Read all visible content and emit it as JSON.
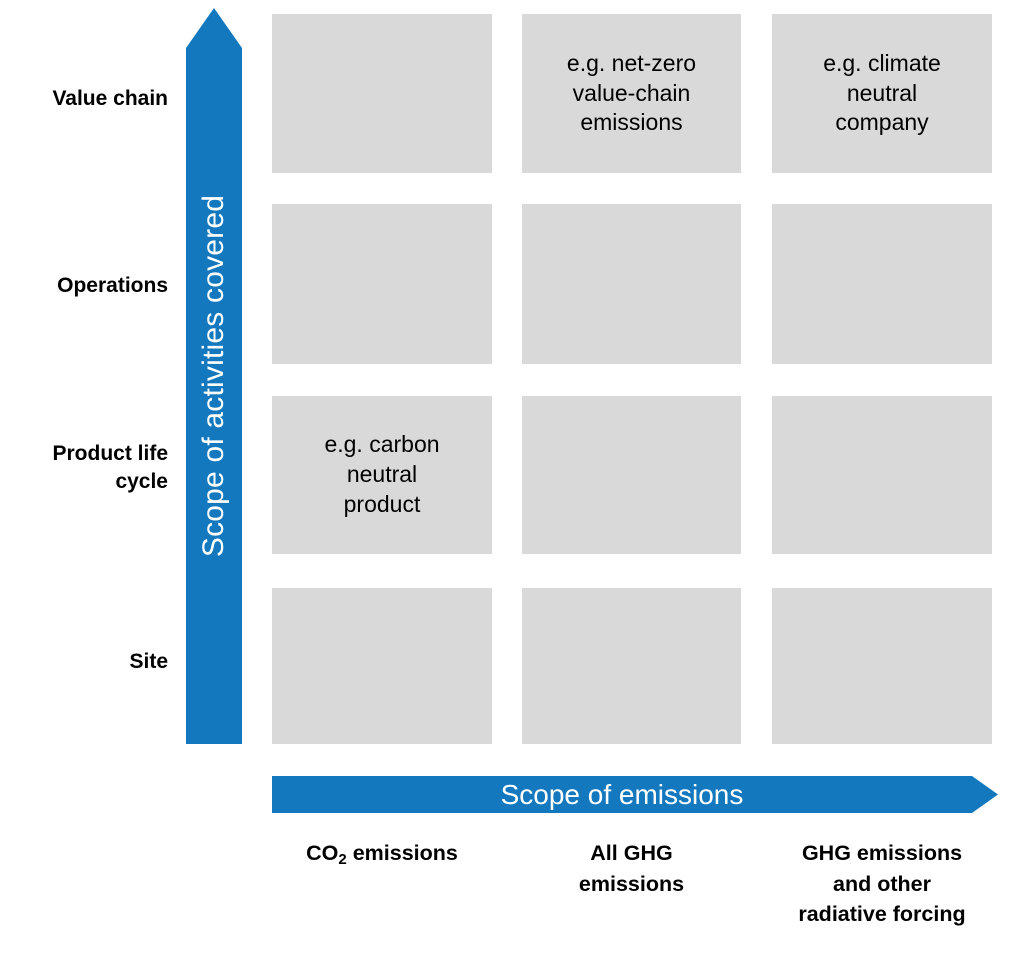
{
  "diagram": {
    "title": "Scope of emissions vs scope of activities covered matrix",
    "accent_color": "#1378bd",
    "cell_color": "#d9d9d9",
    "text_color": "#000000"
  },
  "y_axis": {
    "arrow_label": "Scope of activities covered",
    "direction": "up",
    "row_labels": [
      "Value chain",
      "Operations",
      "Product life\ncycle",
      "Site"
    ]
  },
  "x_axis": {
    "arrow_label": "Scope of emissions",
    "direction": "right",
    "column_labels": [
      "CO2 emissions",
      "All GHG\nemissions",
      "GHG emissions\nand other\nradiative forcing"
    ]
  },
  "matrix": {
    "rows": [
      {
        "row_label": "Value chain",
        "cells": [
          {
            "text": ""
          },
          {
            "text": "e.g. net-zero\nvalue-chain\nemissions"
          },
          {
            "text": "e.g. climate\nneutral\ncompany"
          }
        ]
      },
      {
        "row_label": "Operations",
        "cells": [
          {
            "text": ""
          },
          {
            "text": ""
          },
          {
            "text": ""
          }
        ]
      },
      {
        "row_label": "Product life cycle",
        "cells": [
          {
            "text": "e.g. carbon\nneutral\nproduct"
          },
          {
            "text": ""
          },
          {
            "text": ""
          }
        ]
      },
      {
        "row_label": "Site",
        "cells": [
          {
            "text": ""
          },
          {
            "text": ""
          },
          {
            "text": ""
          }
        ]
      }
    ]
  }
}
